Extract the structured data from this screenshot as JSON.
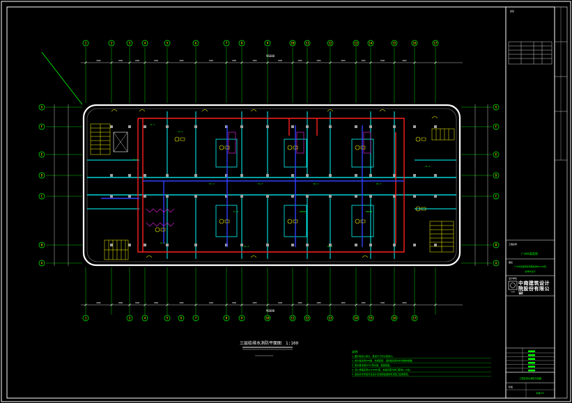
{
  "drawing": {
    "plan_title": "三层给排水消防平面图",
    "plan_scale": "1:100",
    "total_dim": "96600",
    "colors": {
      "background": "#000000",
      "frame": "#ffffff",
      "grid": "#00ff00",
      "walls": "#00ffff",
      "fire_pipe": "#ff2020",
      "water_pipe": "#3040ff",
      "fixtures": "#ffff00",
      "purple": "#d020d0"
    },
    "top_axes": [
      "1",
      "2",
      "3",
      "4",
      "5",
      "6",
      "7",
      "8",
      "9",
      "10",
      "11",
      "12",
      "13",
      "14",
      "15",
      "16",
      "17"
    ],
    "bottom_axes": [
      "1",
      "3",
      "4",
      "5",
      "6",
      "7",
      "8",
      "9",
      "10",
      "11",
      "12",
      "13",
      "14",
      "15",
      "16",
      "17"
    ],
    "left_axes": [
      "G",
      "F",
      "E",
      "D",
      "C",
      "B",
      "A"
    ],
    "right_axes": [
      "G",
      "F",
      "E",
      "D",
      "C",
      "B",
      "A"
    ],
    "top_dims": [
      "6000",
      "3900",
      "3900",
      "3900",
      "3900",
      "3900",
      "3900",
      "3900",
      "3900",
      "3900",
      "3900",
      "3900",
      "3900",
      "3900",
      "6000"
    ],
    "pipe_tags": [
      "JL-1",
      "JL-2",
      "XL-1",
      "XL-2",
      "WL-1",
      "WL-2",
      "FL-1",
      "DN100",
      "DN150"
    ],
    "notes_heading": "说明:",
    "notes": [
      "1. 图中标高以米计，其余尺寸均以毫米计。",
      "2. 给水管采用PPR管，热熔连接；消防管采用内外热镀锌钢管。",
      "3. 排水管采用UPVC排水管，粘接连接。",
      "4. 消火栓箱采用SG24A65型，安装高度为栓口距地1.10米。",
      "5. 其余未尽事宜详见设计总说明及国家有关施工验收规范。"
    ]
  },
  "titleblock": {
    "header_label": "会签",
    "project_label": "工程名称",
    "project_name": "广州市某医院",
    "drawing_label": "图名",
    "drawing_name": "广州市某医院住院楼给排水(A-B)栋",
    "drawing_sub": "给排水设计",
    "company_label": "设计单位",
    "company_name": "中南建筑设计院股份有限公司",
    "company_short": "CSADI",
    "stage_label": "阶段",
    "footer_name": "三层给排水消防平面图",
    "footer_no": "水施-03"
  }
}
